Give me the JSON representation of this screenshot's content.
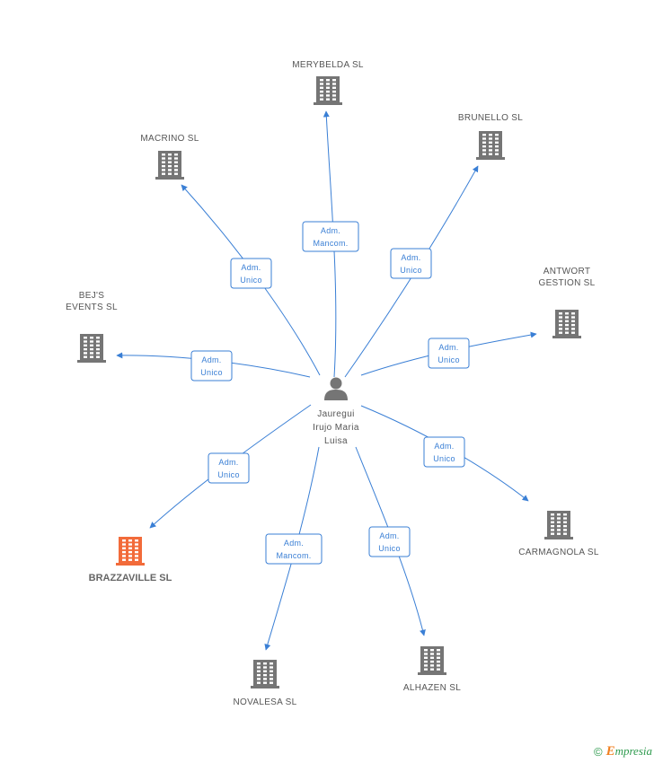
{
  "person": {
    "lines": [
      "Jauregui",
      "Irujo Maria",
      "Luisa"
    ]
  },
  "colors": {
    "link": "#3a7fd5",
    "building": "#757575",
    "highlight": "#f26b3a",
    "text": "#555555"
  },
  "companies": [
    {
      "id": "merybelda",
      "lines": [
        "MERYBELDA  SL"
      ],
      "highlight": false
    },
    {
      "id": "brunello",
      "lines": [
        "BRUNELLO SL"
      ],
      "highlight": false
    },
    {
      "id": "macrino",
      "lines": [
        "MACRINO SL"
      ],
      "highlight": false
    },
    {
      "id": "antwort",
      "lines": [
        "ANTWORT",
        "GESTION  SL"
      ],
      "highlight": false
    },
    {
      "id": "bejs",
      "lines": [
        "BEJ'S",
        "EVENTS SL"
      ],
      "highlight": false
    },
    {
      "id": "carmagnola",
      "lines": [
        "CARMAGNOLA SL"
      ],
      "highlight": false
    },
    {
      "id": "brazzaville",
      "lines": [
        "BRAZZAVILLE SL"
      ],
      "highlight": true
    },
    {
      "id": "novalesa",
      "lines": [
        "NOVALESA  SL"
      ],
      "highlight": false
    },
    {
      "id": "alhazen",
      "lines": [
        "ALHAZEN SL"
      ],
      "highlight": false
    }
  ],
  "edges": [
    {
      "to": "merybelda",
      "lines": [
        "Adm.",
        "Mancom."
      ]
    },
    {
      "to": "brunello",
      "lines": [
        "Adm.",
        "Unico"
      ]
    },
    {
      "to": "macrino",
      "lines": [
        "Adm.",
        "Unico"
      ]
    },
    {
      "to": "antwort",
      "lines": [
        "Adm.",
        "Unico"
      ]
    },
    {
      "to": "bejs",
      "lines": [
        "Adm.",
        "Unico"
      ]
    },
    {
      "to": "carmagnola",
      "lines": [
        "Adm.",
        "Unico"
      ]
    },
    {
      "to": "brazzaville",
      "lines": [
        "Adm.",
        "Unico"
      ]
    },
    {
      "to": "novalesa",
      "lines": [
        "Adm.",
        "Mancom."
      ]
    },
    {
      "to": "alhazen",
      "lines": [
        "Adm.",
        "Unico"
      ]
    }
  ],
  "footer": {
    "copyright": "©",
    "brand_initial": "E",
    "brand_rest": "mpresia"
  }
}
